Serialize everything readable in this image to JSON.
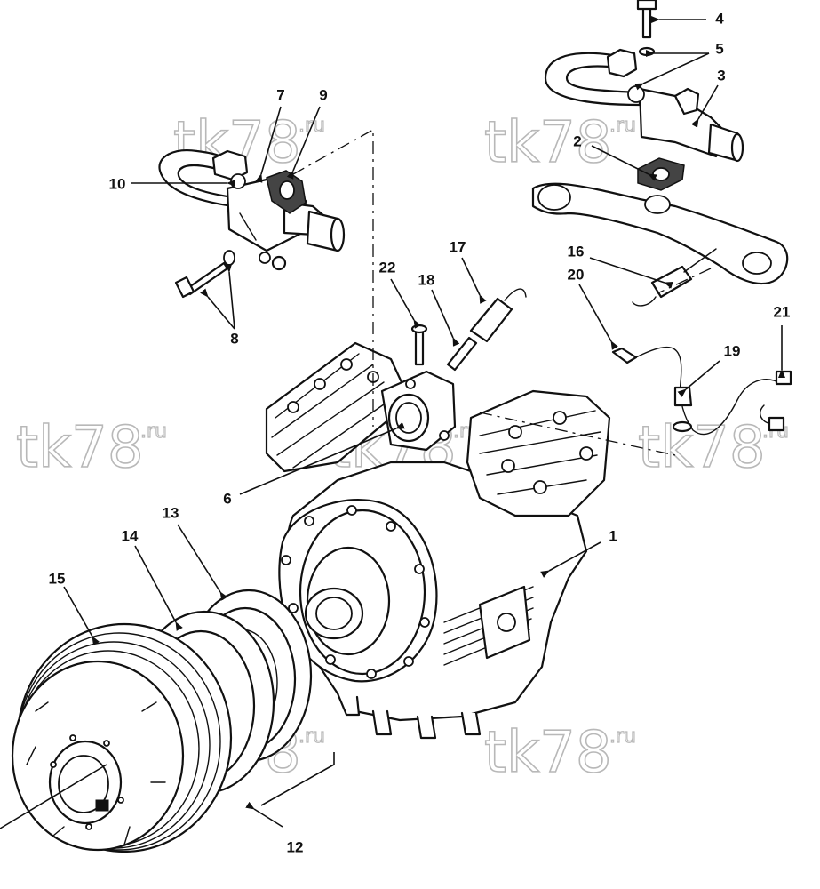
{
  "callouts": [
    {
      "id": "1",
      "label": "1"
    },
    {
      "id": "2",
      "label": "2"
    },
    {
      "id": "3",
      "label": "3"
    },
    {
      "id": "4",
      "label": "4"
    },
    {
      "id": "5",
      "label": "5"
    },
    {
      "id": "6",
      "label": "6"
    },
    {
      "id": "7",
      "label": "7"
    },
    {
      "id": "8",
      "label": "8"
    },
    {
      "id": "9",
      "label": "9"
    },
    {
      "id": "10",
      "label": "10"
    },
    {
      "id": "12",
      "label": "12"
    },
    {
      "id": "13",
      "label": "13"
    },
    {
      "id": "14",
      "label": "14"
    },
    {
      "id": "15",
      "label": "15"
    },
    {
      "id": "16",
      "label": "16"
    },
    {
      "id": "17",
      "label": "17"
    },
    {
      "id": "18",
      "label": "18"
    },
    {
      "id": "19",
      "label": "19"
    },
    {
      "id": "20",
      "label": "20"
    },
    {
      "id": "21",
      "label": "21"
    },
    {
      "id": "22",
      "label": "22"
    }
  ],
  "watermark": {
    "main": "tk78",
    "sup": ".ru"
  }
}
